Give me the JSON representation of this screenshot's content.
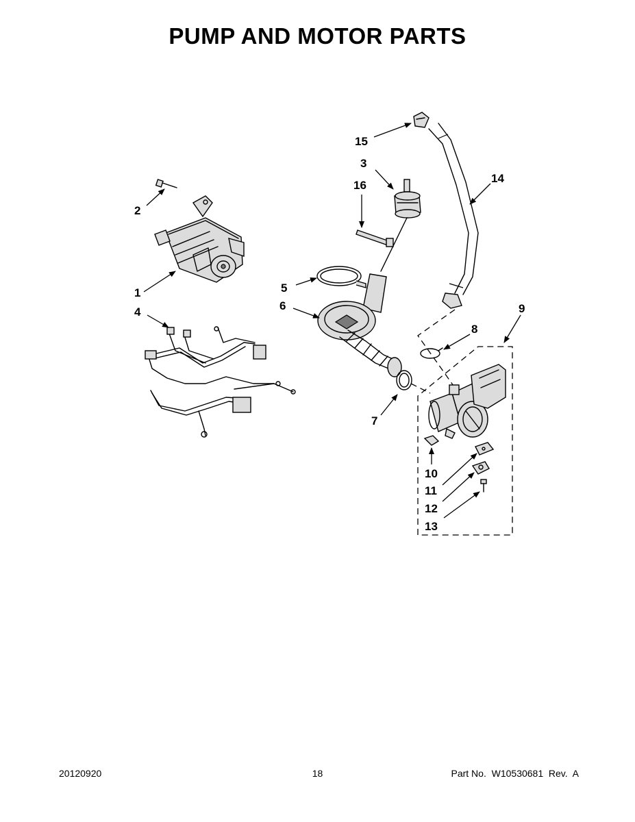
{
  "page": {
    "title": "PUMP AND MOTOR PARTS",
    "footer": {
      "date": "20120920",
      "page_number": "18",
      "part_number": "Part No.  W10530681  Rev.  A"
    }
  },
  "callouts": [
    "1",
    "2",
    "3",
    "4",
    "5",
    "6",
    "7",
    "8",
    "9",
    "10",
    "11",
    "12",
    "13",
    "14",
    "15",
    "16"
  ]
}
